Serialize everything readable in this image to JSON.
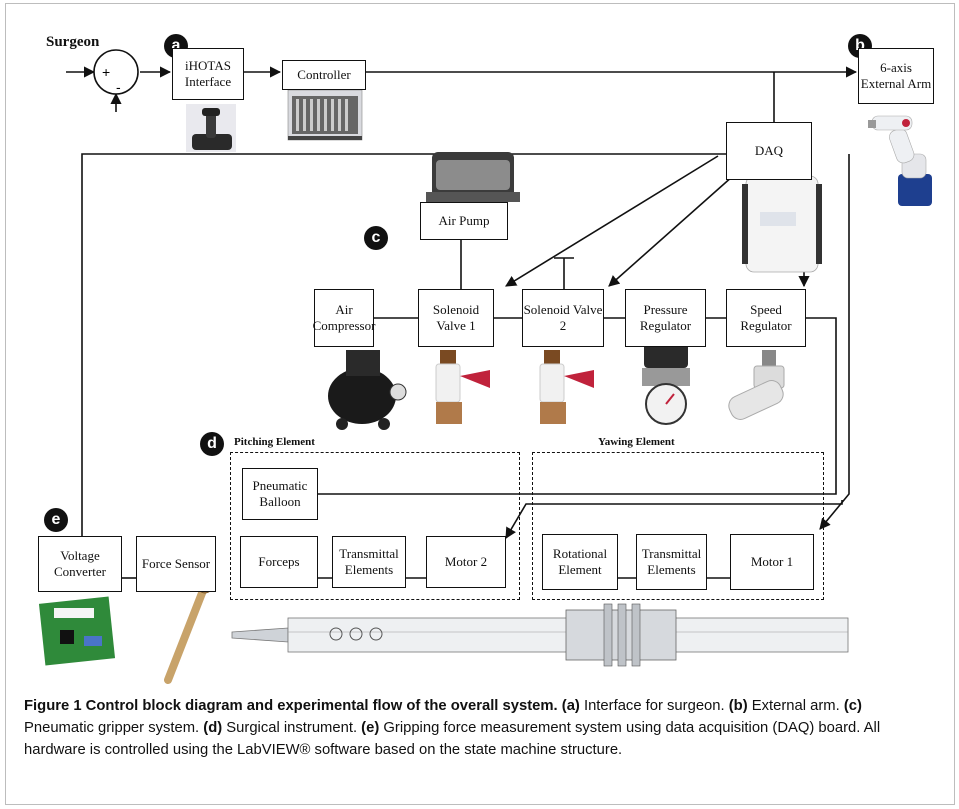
{
  "tags": {
    "a": "a",
    "b": "b",
    "c": "c",
    "d": "d",
    "e": "e"
  },
  "surgeon": "Surgeon",
  "summer": {
    "plus": "+",
    "minus": "-"
  },
  "boxes": {
    "ihotas": "iHOTAS Interface",
    "controller": "Controller",
    "external_arm": "6-axis External Arm",
    "daq": "DAQ",
    "air_pump": "Air Pump",
    "air_compressor": "Air Compressor",
    "solenoid_valve_1": "Solenoid Valve 1",
    "solenoid_valve_2": "Solenoid Valve 2",
    "pressure_regulator": "Pressure Regulator",
    "speed_regulator": "Speed Regulator",
    "pneumatic_balloon": "Pneumatic Balloon",
    "forceps": "Forceps",
    "transmittal_1": "Transmittal Elements",
    "motor_2": "Motor 2",
    "rotational_element": "Rotational Element",
    "transmittal_2": "Transmittal Elements",
    "motor_1": "Motor 1",
    "voltage_converter": "Voltage Converter",
    "force_sensor": "Force Sensor"
  },
  "groups": {
    "pitching": "Pitching Element",
    "yawing": "Yawing Element"
  },
  "caption": {
    "title": "Figure 1 Control block diagram and experimental flow of the overall system.",
    "a_tag": "(a)",
    "a_text": " Interface for surgeon. ",
    "b_tag": "(b)",
    "b_text": " External arm. ",
    "c_tag": "(c)",
    "c_text": " Pneumatic gripper system. ",
    "d_tag": "(d)",
    "d_text": " Surgical instrument. ",
    "e_tag": "(e)",
    "e_text": " Gripping force measurement system using data acquisition (DAQ) board. All hardware is controlled using the LabVIEW® software based on the state machine structure."
  },
  "colors": {
    "line": "#111111",
    "valve_handle": "#c0223b",
    "arm_base": "#1e3f8f",
    "pcb": "#2f8a3a"
  }
}
